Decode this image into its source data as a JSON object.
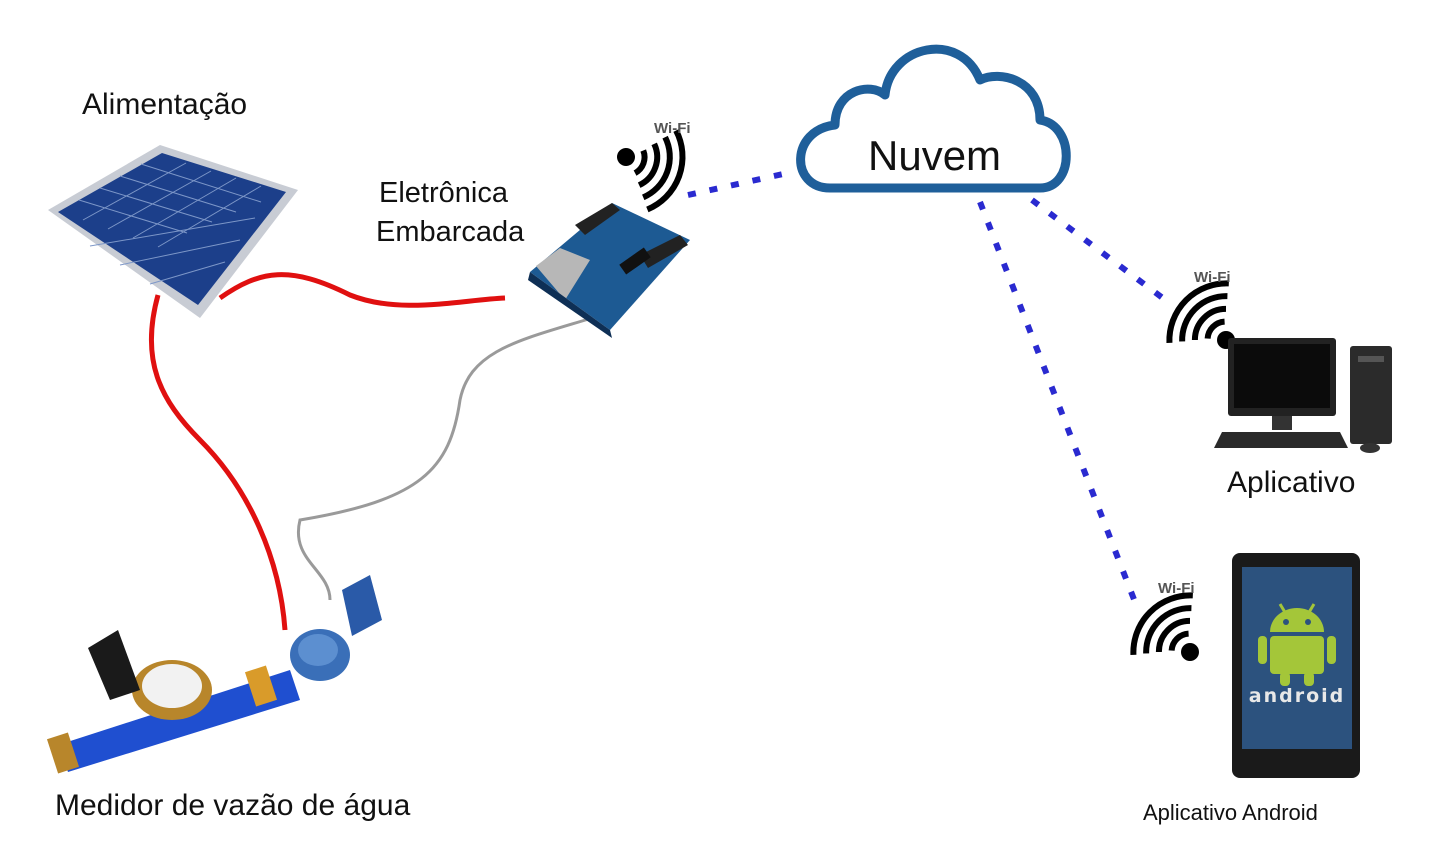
{
  "labels": {
    "power": "Alimentação",
    "electronics_line1": "Eletrônica",
    "electronics_line2": "Embarcada",
    "cloud": "Nuvem",
    "app": "Aplicativo",
    "android_app": "Aplicativo Android",
    "meter": "Medidor de vazão de água",
    "wifi": "Wi-Fi",
    "android_logo": "android"
  },
  "colors": {
    "power_cable": "#e01010",
    "signal_cable": "#9a9a9a",
    "wireless_link": "#2a2ad0",
    "cloud_outline": "#1f5f9a",
    "android_green": "#a4c639",
    "meter_blue": "#1f4fd0"
  },
  "icons": [
    "solar-panel-icon",
    "arduino-board-icon",
    "cloud-icon",
    "wifi-icon",
    "desktop-computer-icon",
    "android-phone-icon",
    "water-meter-icon"
  ]
}
